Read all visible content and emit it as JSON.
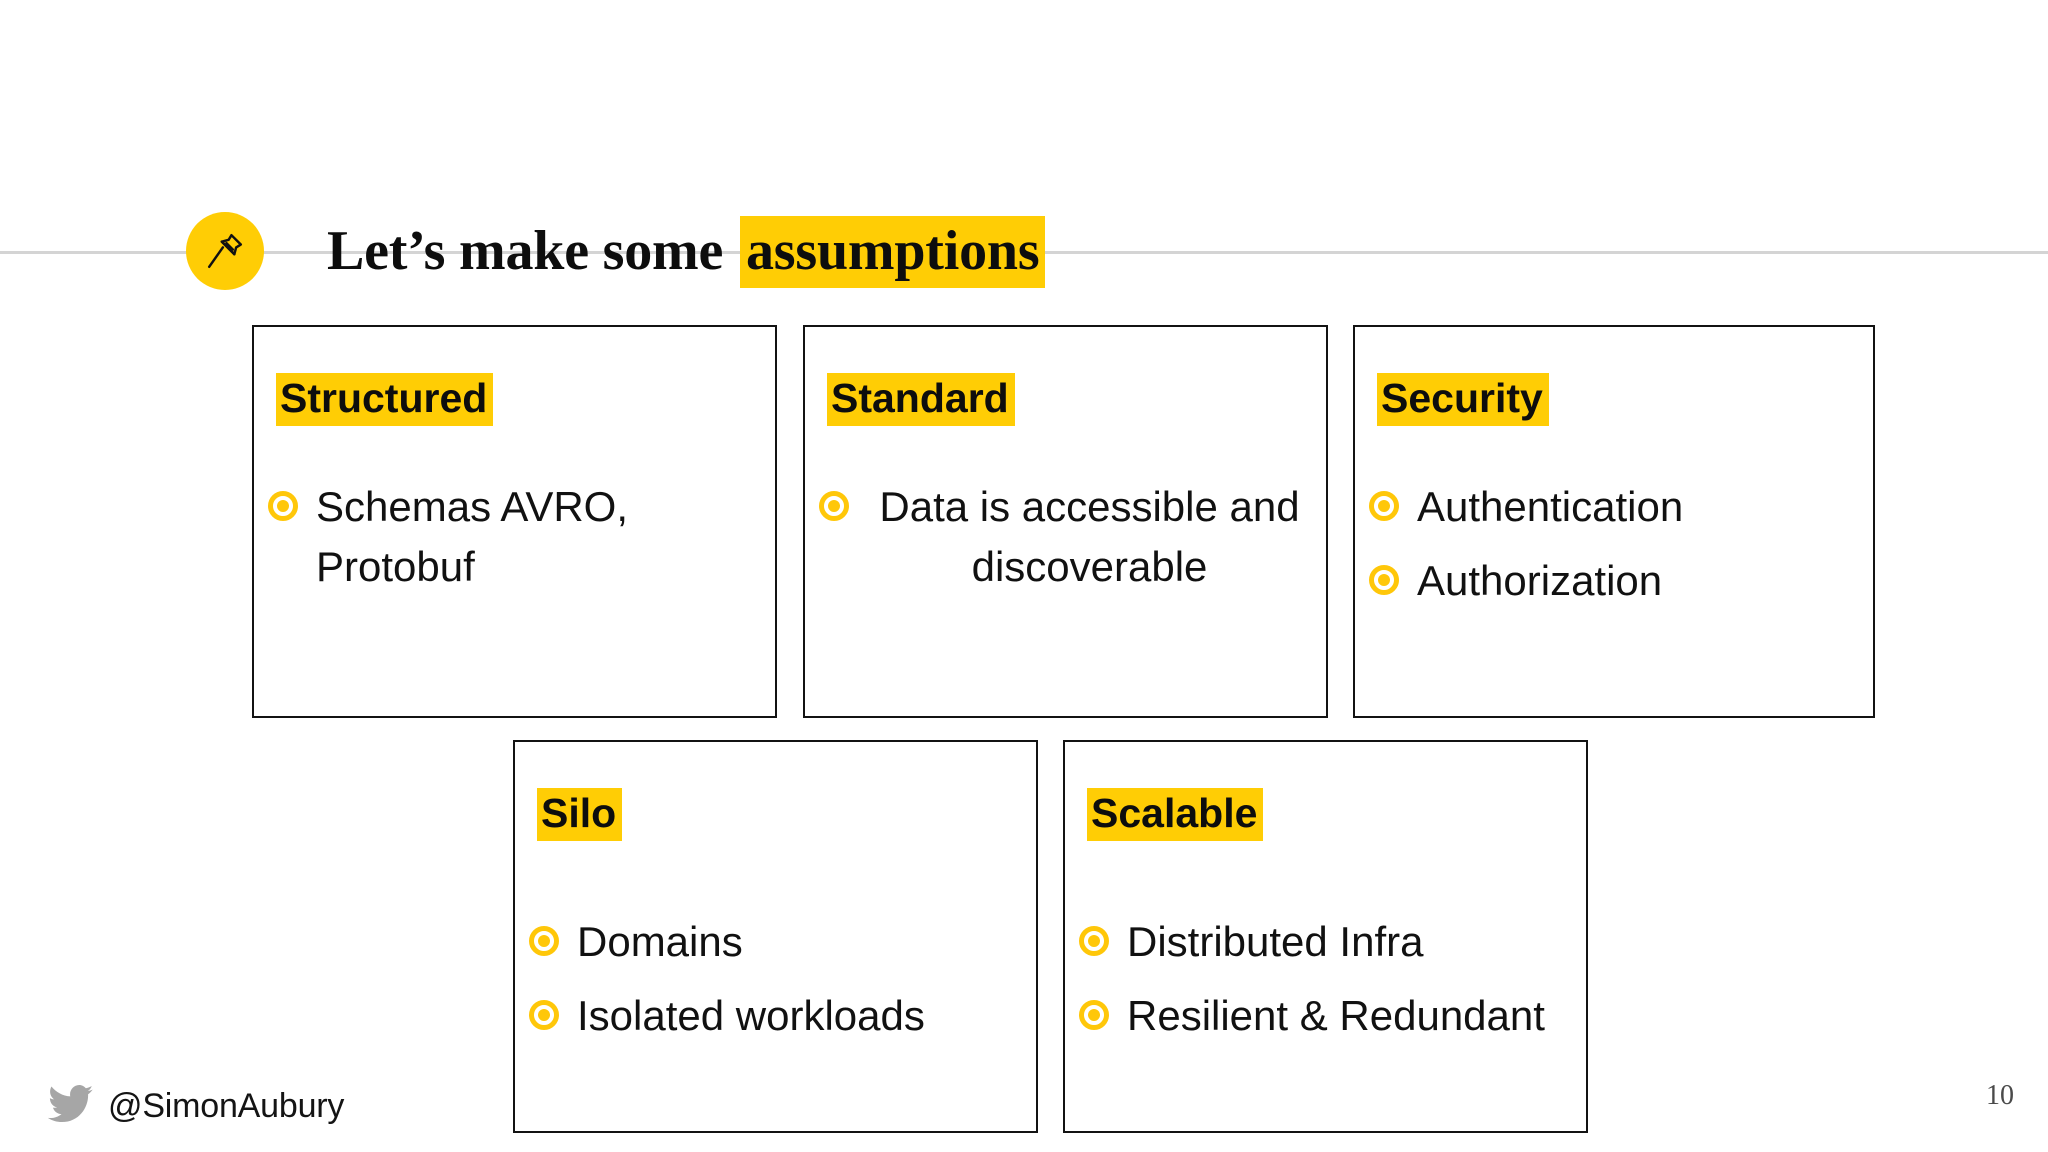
{
  "slide": {
    "page_number": "10",
    "accent_color": "#ffcd05",
    "bullet_color": "#ffc709",
    "rule_color": "#d4d4d4"
  },
  "header": {
    "icon": "pushpin-icon",
    "title_plain": "Let’s make some ",
    "title_highlight": "assumptions"
  },
  "cards": [
    {
      "title": "Structured",
      "bullets": [
        "Schemas AVRO, Protobuf"
      ]
    },
    {
      "title": "Standard",
      "bullets": [
        "Data is accessible and discoverable"
      ]
    },
    {
      "title": "Security",
      "bullets": [
        "Authentication",
        "Authorization"
      ]
    },
    {
      "title": "Silo",
      "bullets": [
        "Domains",
        "Isolated workloads"
      ]
    },
    {
      "title": "Scalable",
      "bullets": [
        "Distributed Infra",
        "Resilient & Redundant"
      ]
    }
  ],
  "footer": {
    "twitter_icon": "twitter-bird-icon",
    "handle": "@SimonAubury"
  }
}
